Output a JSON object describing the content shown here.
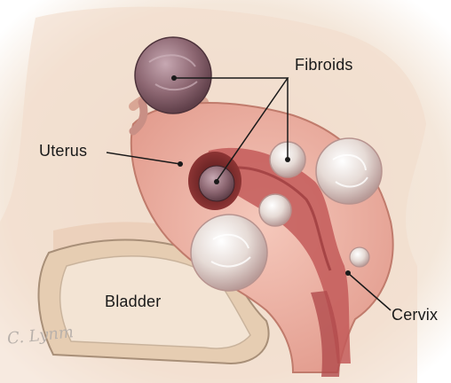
{
  "labels": {
    "fibroids": "Fibroids",
    "uterus": "Uterus",
    "bladder": "Bladder",
    "cervix": "Cervix"
  },
  "signature": "C. Lynm",
  "colors": {
    "background": "#f3e6d8",
    "uterus_tissue": "#ecb3a6",
    "uterine_cavity": "#c25a58",
    "fibroid": "#e4d8d4",
    "bladder_wall": "#e8d2b8",
    "leader_line": "#1a1a1a"
  }
}
